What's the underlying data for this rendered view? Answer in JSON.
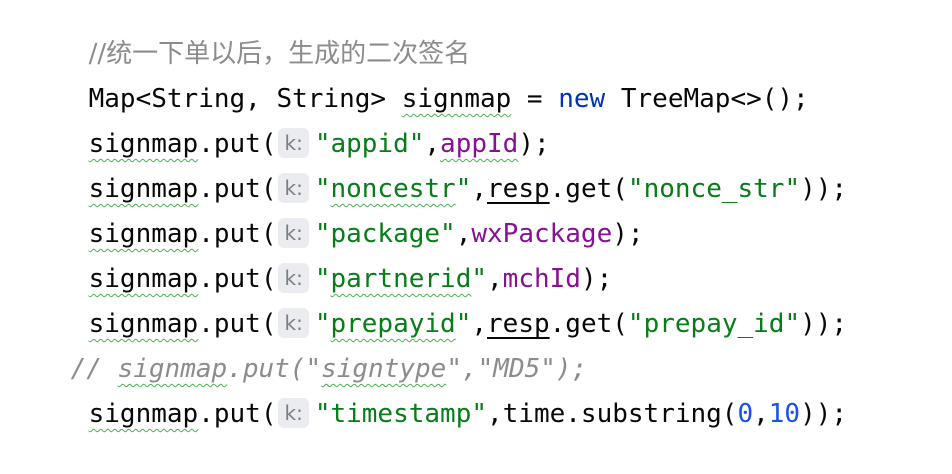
{
  "editor": {
    "param_hint": "k:",
    "lines": {
      "l0": {
        "text": "//统一下单以后，生成的二次签名"
      },
      "l1": {
        "a": "Map<String, String> ",
        "var": "signmap",
        "b": " = ",
        "kw": "new",
        "c": " TreeMap<>();"
      },
      "l2": {
        "obj": "signmap",
        "call": ".put(",
        "key": "\"appid\"",
        "sep": ",",
        "val": "appId",
        "end": ");"
      },
      "l3": {
        "obj": "signmap",
        "call": ".put(",
        "key_q1": "\"",
        "key_word": "noncestr",
        "key_q2": "\"",
        "sep": ",",
        "recv": "resp",
        "mid": ".get(",
        "arg": "\"nonce_str\"",
        "end": "));"
      },
      "l4": {
        "obj": "signmap",
        "call": ".put(",
        "key": "\"package\"",
        "sep": ",",
        "val": "wxPackage",
        "end": ");"
      },
      "l5": {
        "obj": "signmap",
        "call": ".put(",
        "key_q1": "\"",
        "key_word": "partnerid",
        "key_q2": "\"",
        "sep": ",",
        "val": "mchId",
        "end": ");"
      },
      "l6": {
        "obj": "signmap",
        "call": ".put(",
        "key_q1": "\"",
        "key_word": "prepayid",
        "key_q2": "\"",
        "sep": ",",
        "recv": "resp",
        "mid": ".get(",
        "arg": "\"prepay_id\"",
        "end": "));"
      },
      "l7": {
        "pre": "// ",
        "obj": "signmap",
        "call": ".put(\"",
        "word": "signtype",
        "rest": "\",\"MD5\");"
      },
      "l8": {
        "obj": "signmap",
        "call": ".put(",
        "key": "\"timestamp\"",
        "sep": ",",
        "mid": "time.substring(",
        "n1": "0",
        "comma": ",",
        "n2": "10",
        "end": "));"
      }
    }
  }
}
